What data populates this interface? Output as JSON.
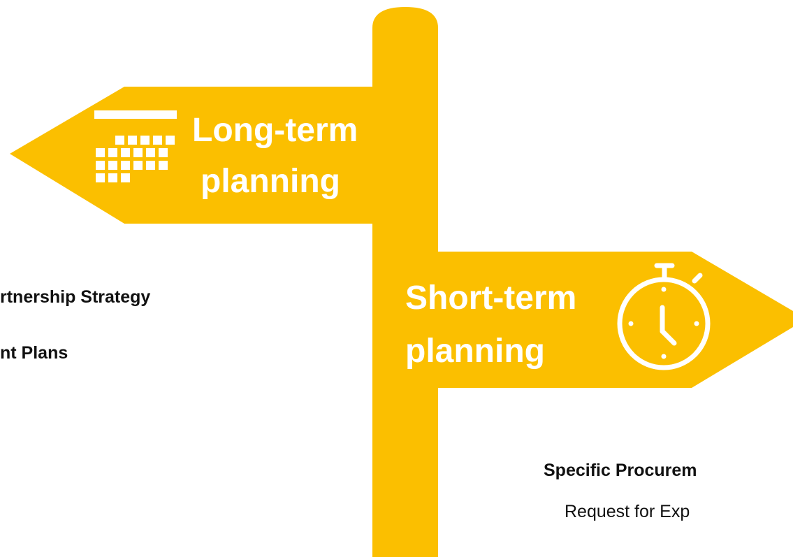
{
  "colors": {
    "sign": "#FBBF00",
    "sign_text": "#ffffff",
    "note_text": "#111111"
  },
  "long_term": {
    "icon": "calendar-icon",
    "label_line1": "Long-term",
    "label_line2": "planning",
    "notes": [
      "rtnership Strategy",
      "nt Plans"
    ]
  },
  "short_term": {
    "icon": "stopwatch-icon",
    "label_line1": "Short-term",
    "label_line2": "planning",
    "notes": [
      "Specific Procurem",
      "Request for Exp"
    ]
  }
}
